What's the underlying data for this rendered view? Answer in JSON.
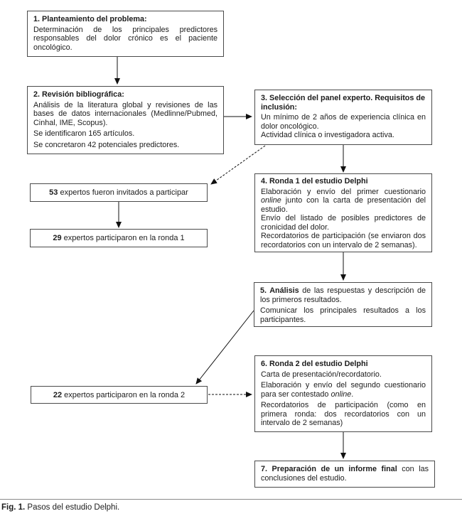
{
  "figure_caption": {
    "label": "Fig. 1.",
    "text": " Pasos del estudio Delphi."
  },
  "flowchart": {
    "step1": {
      "title": "1. Planteamiento del problema:",
      "body": "Determinación de los principales predictores responsables del dolor crónico es el paciente oncológico."
    },
    "step2": {
      "title": "2. Revisión bibliográfica:",
      "p1": "Análisis de la literatura global y revisiones de las bases de datos internacionales (Medlinne/Pubmed, Cinhal, IME, Scopus).",
      "p2": "Se identificaron 165 artículos.",
      "p3": "Se concretaron 42 potenciales predictores."
    },
    "step3": {
      "title": "3. Selección del panel experto. Requisitos de inclusión:",
      "p1": "Un mínimo de 2 años de experiencia clínica en dolor oncológico.",
      "p2": "Actividad clínica o investigadora activa."
    },
    "invited": {
      "count": "53",
      "text": " expertos fueron invitados a participar"
    },
    "round1": {
      "count": "29",
      "text": " expertos participaron en la ronda 1"
    },
    "step4": {
      "title": "4. Ronda 1 del estudio Delphi",
      "p1a": "Elaboración y envío del primer cuestionario ",
      "p1_italic": "online",
      "p1b": " junto con la carta de presentación del estudio.",
      "p2": "Envío del listado de posibles predictores de cronicidad del dolor.",
      "p3": "Recordatorios de participación (se enviaron dos recordatorios con un intervalo de 2 semanas)."
    },
    "step5": {
      "bold": "5. Análisis",
      "p1rest": " de las respuestas y descripción de los primeros resultados.",
      "p2": "Comunicar los principales resultados a los participantes."
    },
    "step6": {
      "title": "6. Ronda 2 del estudio Delphi",
      "p1": "Carta de presentación/recordatorio.",
      "p2a": "Elaboración y envío del segundo cuestionario para ser contestado ",
      "p2_italic": "online",
      "p2b": ".",
      "p3": "Recordatorios de participación (como en primera ronda: dos recordatorios con un intervalo de 2 semanas)"
    },
    "round2": {
      "count": "22",
      "text": " expertos participaron en la ronda 2"
    },
    "step7": {
      "bold": "7. Preparación de un informe final",
      "rest": " con las conclusiones del estudio."
    }
  }
}
